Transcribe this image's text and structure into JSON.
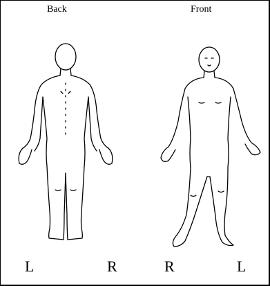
{
  "figure": {
    "back": {
      "title": "Back",
      "left_label": "L",
      "right_label": "R"
    },
    "front": {
      "title": "Front",
      "left_label": "R",
      "right_label": "L"
    }
  },
  "colors": {
    "line": "#000000",
    "background": "#ffffff"
  }
}
